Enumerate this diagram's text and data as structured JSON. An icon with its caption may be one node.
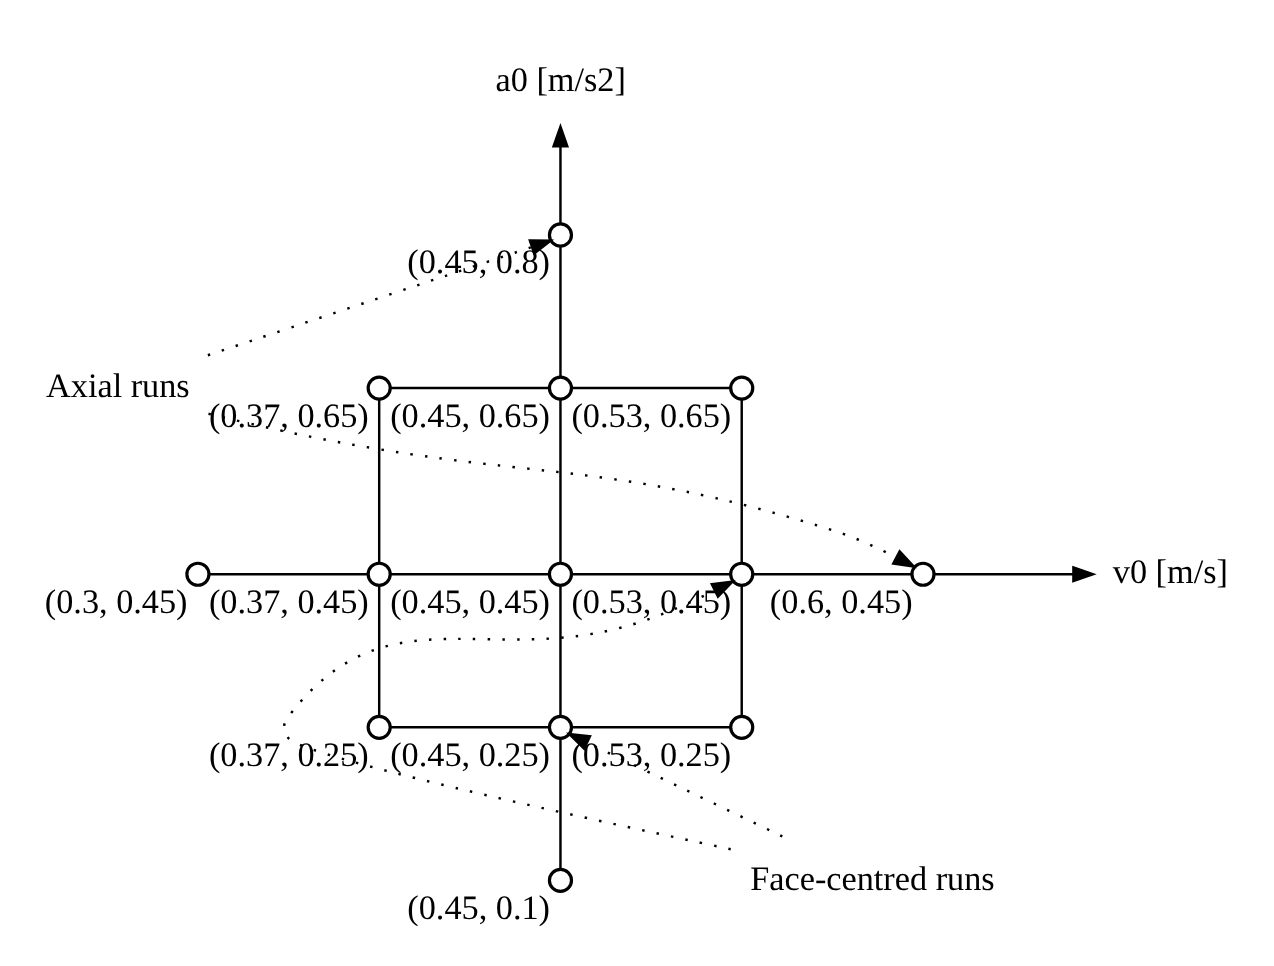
{
  "diagram": {
    "nodes": [
      {
        "text": [
          "a0 [m/s2]"
        ]
      },
      {
        "text": [
          "Axial runs"
        ]
      },
      {
        "text": [],
        "shape": "circle",
        "beside": [
          "(0.45, 0.8)"
        ]
      },
      {
        "text": [],
        "shape": "circle",
        "beside": [
          "(0.37, 0.65)"
        ]
      },
      {
        "text": [],
        "shape": "circle",
        "beside": [
          "(0.45, 0.65)"
        ]
      },
      {
        "text": [],
        "shape": "circle",
        "beside": [
          "(0.53, 0.65)"
        ]
      },
      {
        "text": [],
        "shape": "circle",
        "beside": [
          "(0.3, 0.45)"
        ]
      },
      {
        "text": [],
        "shape": "circle",
        "beside": [
          "(0.37, 0.45)"
        ]
      },
      {
        "text": [],
        "shape": "circle",
        "beside": [
          "(0.45, 0.45)"
        ]
      },
      {
        "text": [],
        "shape": "circle",
        "beside": [
          "(0.53, 0.45)"
        ]
      },
      {
        "text": [],
        "shape": "circle",
        "beside": [
          "(0.6, 0.45)"
        ]
      },
      {
        "text": [
          "v0 [m/s]"
        ]
      },
      {
        "text": [],
        "shape": "circle",
        "beside": [
          "(0.37, 0.25)"
        ]
      },
      {
        "text": [],
        "shape": "circle",
        "beside": [
          "(0.45, 0.25)"
        ]
      },
      {
        "text": [],
        "shape": "circle",
        "beside": [
          "(0.53, 0.25)"
        ]
      },
      {
        "text": [],
        "shape": "circle",
        "beside": [
          "(0.45, 0.1)"
        ]
      },
      {
        "text": [
          "Face-centred runs"
        ]
      }
    ],
    "edges": [
      {
        "from": 2,
        "to": 0,
        "arrow": "to"
      },
      {
        "from": 4,
        "to": 2,
        "arrow": "none"
      },
      {
        "from": 3,
        "to": 4,
        "arrow": "none"
      },
      {
        "from": 4,
        "to": 5,
        "arrow": "none"
      },
      {
        "from": 7,
        "to": 3,
        "arrow": "none"
      },
      {
        "from": 8,
        "to": 4,
        "arrow": "none"
      },
      {
        "from": 9,
        "to": 5,
        "arrow": "none"
      },
      {
        "from": 6,
        "to": 7,
        "arrow": "none"
      },
      {
        "from": 7,
        "to": 8,
        "arrow": "none"
      },
      {
        "from": 8,
        "to": 9,
        "arrow": "none"
      },
      {
        "from": 9,
        "to": 10,
        "arrow": "none"
      },
      {
        "from": 10,
        "to": 11,
        "arrow": "to"
      },
      {
        "from": 12,
        "to": 7,
        "arrow": "none"
      },
      {
        "from": 13,
        "to": 8,
        "arrow": "none"
      },
      {
        "from": 14,
        "to": 9,
        "arrow": "none"
      },
      {
        "from": 12,
        "to": 13,
        "arrow": "none"
      },
      {
        "from": 13,
        "to": 14,
        "arrow": "none"
      },
      {
        "from": 15,
        "to": 13,
        "arrow": "none"
      },
      {
        "from": 1,
        "to": 2,
        "arrow": "to",
        "style": "dashed"
      },
      {
        "from": 1,
        "to": 10,
        "arrow": "to",
        "style": "dashed"
      },
      {
        "from": 16,
        "to": 9,
        "arrow": "to",
        "style": "dashed"
      },
      {
        "from": 16,
        "to": 13,
        "arrow": "to",
        "style": "dashed"
      }
    ]
  }
}
